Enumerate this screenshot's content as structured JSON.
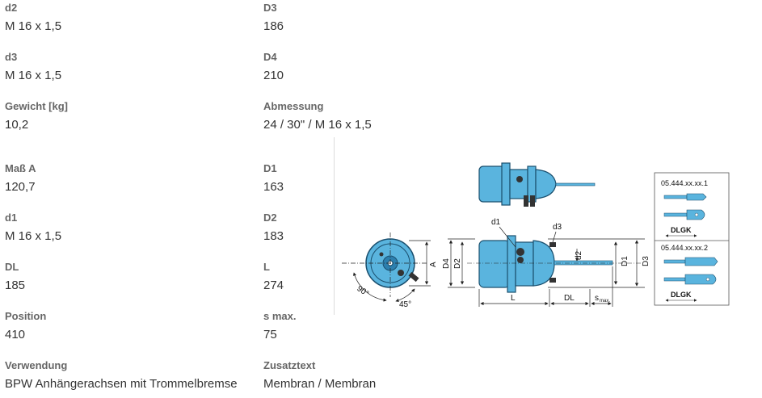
{
  "fields": [
    {
      "label": "d2",
      "value": "M 16 x 1,5"
    },
    {
      "label": "D3",
      "value": "186"
    },
    {
      "label": "d3",
      "value": "M 16 x 1,5"
    },
    {
      "label": "D4",
      "value": "210"
    },
    {
      "label": "Gewicht [kg]",
      "value": "10,2"
    },
    {
      "label": "Abmessung",
      "value": "24 / 30\" / M 16 x 1,5"
    },
    {
      "label": "Maß A",
      "value": "120,7"
    },
    {
      "label": "D1",
      "value": "163"
    },
    {
      "label": "d1",
      "value": "M 16 x 1,5"
    },
    {
      "label": "D2",
      "value": "183"
    },
    {
      "label": "DL",
      "value": "185"
    },
    {
      "label": "L",
      "value": "274"
    },
    {
      "label": "Position",
      "value": "410"
    },
    {
      "label": "s max.",
      "value": "75"
    },
    {
      "label": "Verwendung",
      "value": "BPW Anhängerachsen mit Trommelbremse"
    },
    {
      "label": "Zusatztext",
      "value": "Membran / Membran"
    }
  ],
  "drawing": {
    "labels": {
      "d1": "d1",
      "d3": "d3",
      "d2": "d2",
      "D1": "D1",
      "D2": "D2",
      "D3": "D3",
      "D4": "D4",
      "A": "A",
      "L": "L",
      "DL": "DL",
      "s": "s",
      "smax": "max.",
      "angle90": "90°",
      "angle45": "45°"
    },
    "variant1": {
      "code": "05.444.xx.xx.1",
      "caption": "DLGK"
    },
    "variant2": {
      "code": "05.444.xx.xx.2",
      "caption": "DLGK"
    },
    "colors": {
      "body": "#5ab4de",
      "bodyDark": "#2c7fae",
      "dim": "#222222"
    }
  }
}
